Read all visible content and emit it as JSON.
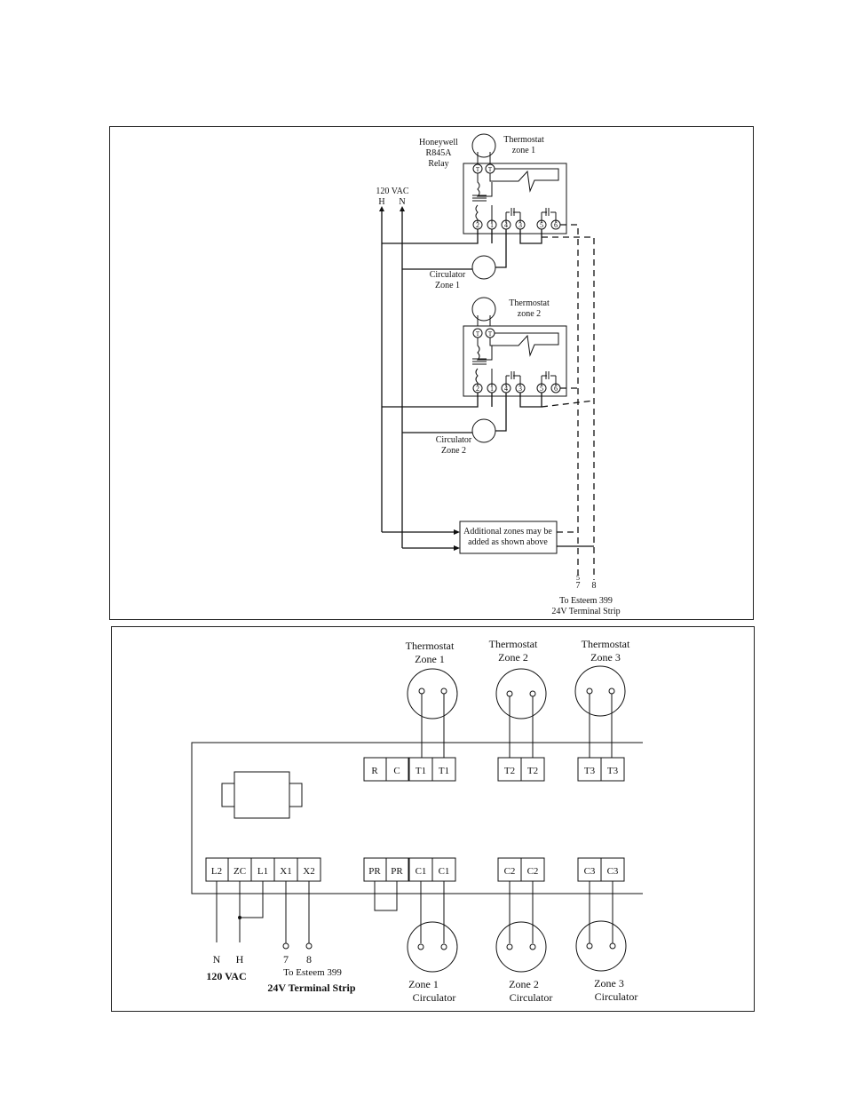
{
  "top_diagram": {
    "relay_label": [
      "Honeywell",
      "R845A",
      "Relay"
    ],
    "thermostat_zone1": [
      "Thermostat",
      "zone 1"
    ],
    "thermostat_zone2": [
      "Thermostat",
      "zone 2"
    ],
    "power_label": "120  VAC",
    "power_h": "H",
    "power_n": "N",
    "circulator_zone1": [
      "Circulator",
      "Zone 1"
    ],
    "circulator_zone2": [
      "Circulator",
      "Zone 2"
    ],
    "relay_terminals": [
      "2",
      "1",
      "4",
      "3",
      "5",
      "6"
    ],
    "thermostat_terminals": [
      "T",
      "T"
    ],
    "additional_zones": [
      "Additional zones may be",
      "added as shown above"
    ],
    "strip_terminals": [
      "5\n7",
      "8"
    ],
    "strip_terminal_5": "5",
    "strip_terminal_7": "7",
    "strip_terminal_8": "8",
    "to_esteem": [
      "To Esteem 399",
      "24V Terminal Strip"
    ]
  },
  "bottom_diagram": {
    "thermostats": [
      {
        "line1": "Thermostat",
        "line2": "Zone 1"
      },
      {
        "line1": "Thermostat",
        "line2": "Zone 2"
      },
      {
        "line1": "Thermostat",
        "line2": "Zone 3"
      }
    ],
    "top_terminals": [
      "R",
      "C",
      "T1",
      "T1",
      "T2",
      "T2",
      "T3",
      "T3"
    ],
    "bottom_terminals": [
      "L2",
      "ZC",
      "L1",
      "X1",
      "X2",
      "PR",
      "PR",
      "C1",
      "C1",
      "C2",
      "C2",
      "C3",
      "C3"
    ],
    "power_n": "N",
    "power_h": "H",
    "power_label": "120 VAC",
    "strip_7": "7",
    "strip_8": "8",
    "to_esteem": [
      "To Esteem 399",
      "24V Terminal Strip"
    ],
    "circulators": [
      {
        "line1": "Zone 1",
        "line2": "Circulator"
      },
      {
        "line1": "Zone 2",
        "line2": "Circulator"
      },
      {
        "line1": "Zone 3",
        "line2": "Circulator"
      }
    ]
  }
}
